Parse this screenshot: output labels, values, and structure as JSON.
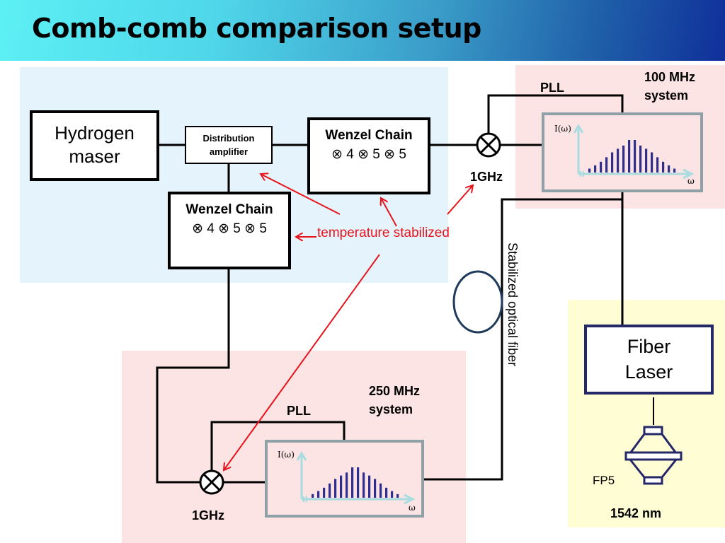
{
  "slide": {
    "title": "Comb-comb comparison setup"
  },
  "colors": {
    "header_gradient_start": "#5cf0f4",
    "header_gradient_end": "#0f2f9a",
    "blue_region": "#e4f3fc",
    "pink_region": "#fde4e4",
    "yellow_region": "#fefdd4",
    "annotation_red": "#e8141c",
    "comb_bar": "#2e2e8c",
    "comb_axis": "#a8dce0",
    "comb_border": "#8fa1a6",
    "laser_border": "#252868"
  },
  "blocks": {
    "maser": "Hydrogen maser",
    "maser_line1": "Hydrogen",
    "maser_line2": "maser",
    "distribution_line1": "Distribution",
    "distribution_line2": "amplifier",
    "wenzel_top_title": "Wenzel Chain",
    "wenzel_top_mult": "⊗ 4 ⊗ 5 ⊗ 5",
    "wenzel_left_title": "Wenzel Chain",
    "wenzel_left_mult": "⊗ 4 ⊗ 5 ⊗ 5",
    "fiber_laser_line1": "Fiber",
    "fiber_laser_line2": "Laser"
  },
  "labels": {
    "pll_top": "PLL",
    "system_100_line1": "100 MHz",
    "system_100_line2": "system",
    "mixer_top_freq": "1GHz",
    "temperature": "temperature stabilized",
    "optical_fiber": "Stabilized optical fiber",
    "system_250_line1": "250 MHz",
    "system_250_line2": "system",
    "pll_bottom": "PLL",
    "mixer_bottom_freq": "1GHz",
    "cavity": "FP5",
    "wavelength": "1542 nm"
  },
  "combs": {
    "top": {
      "ylabel": "I(ω)",
      "xlabel": "ω",
      "relative_intensities": [
        0.12,
        0.22,
        0.33,
        0.47,
        0.62,
        0.73,
        0.83,
        1.0,
        1.0,
        0.83,
        0.73,
        0.62,
        0.47,
        0.33,
        0.22,
        0.12
      ]
    },
    "bottom": {
      "ylabel": "I(ω)",
      "xlabel": "ω",
      "relative_intensities": [
        0.12,
        0.22,
        0.33,
        0.47,
        0.62,
        0.73,
        0.83,
        1.0,
        1.0,
        0.83,
        0.73,
        0.62,
        0.47,
        0.33,
        0.22,
        0.12
      ]
    }
  }
}
